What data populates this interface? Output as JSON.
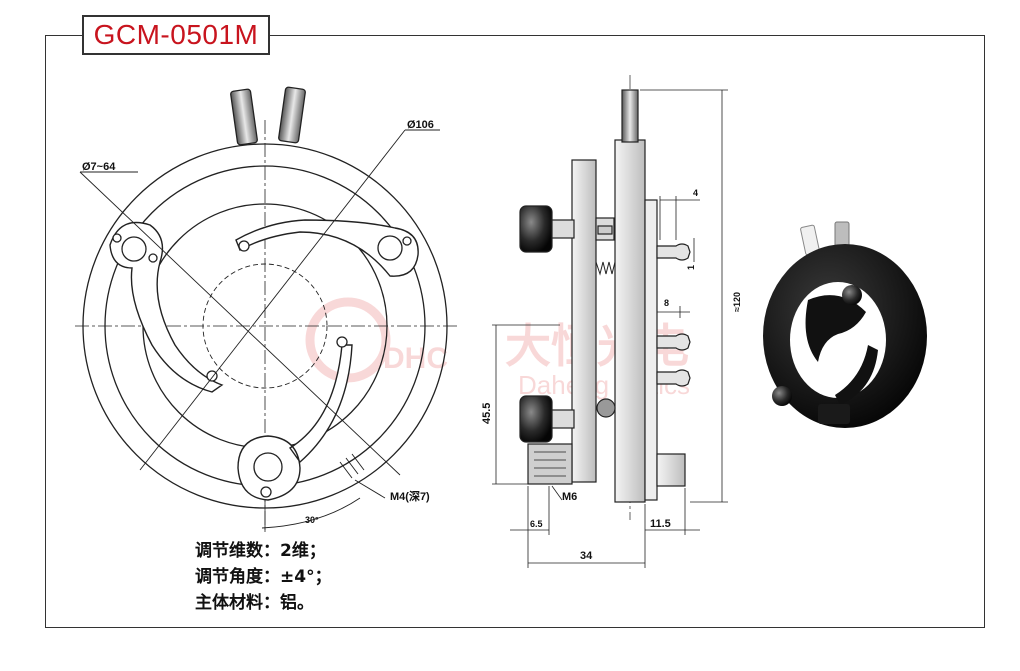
{
  "title": "GCM-0501M",
  "watermark": {
    "logo_letters": "DHC",
    "company_cn": "大恒光电",
    "company_en": "Daheng Optics"
  },
  "dimensions": {
    "aperture_range": "Ø7~64",
    "outer_diameter": "Ø106",
    "screw_thread": "M4(深7)",
    "angle": "30°",
    "top_small_4": "4",
    "small_1": "1",
    "pin_spacing_8": "8",
    "height_120": "≈120",
    "height_45_5": "45.5",
    "thread_m6": "M6",
    "offset_6_5": "6.5",
    "offset_11_5": "11.5",
    "width_34": "34"
  },
  "specs": {
    "adjust_dims": "调节维数：2维；",
    "adjust_angle": "调节角度：±4°；",
    "material": "主体材料：铝。"
  },
  "colors": {
    "title": "#c8141e",
    "line": "#222222",
    "watermark": "#e25454"
  }
}
